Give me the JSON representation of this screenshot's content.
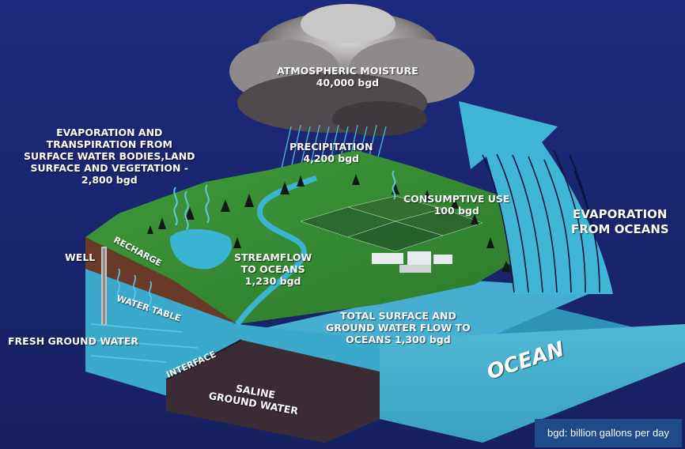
{
  "labels": {
    "atmospheric_moisture": [
      "ATMOSPHERIC MOISTURE",
      "40,000 bgd"
    ],
    "evapotranspiration": [
      "EVAPORATION AND",
      "TRANSPIRATION FROM",
      "SURFACE WATER BODIES,LAND",
      "SURFACE AND VEGETATION -",
      "2,800 bgd"
    ],
    "precipitation": [
      "PRECIPITATION",
      "4,200 bgd"
    ],
    "consumptive_use": [
      "CONSUMPTIVE USE",
      "100 bgd"
    ],
    "evaporation_oceans": [
      "EVAPORATION",
      "FROM OCEANS"
    ],
    "well": "WELL",
    "recharge": "RECHARGE",
    "streamflow": [
      "STREAMFLOW",
      "TO OCEANS",
      "1,230 bgd"
    ],
    "water_table": "WATER TABLE",
    "fresh_ground_water": "FRESH GROUND WATER",
    "total_flow": [
      "TOTAL SURFACE AND",
      "GROUND WATER FLOW TO",
      "OCEANS 1,300 bgd"
    ],
    "interface": "INTERFACE",
    "saline": [
      "SALINE",
      "GROUND WATER"
    ],
    "ocean": "OCEAN"
  },
  "footnote": "bgd: billion gallons per day",
  "colors": {
    "background": "#1a2470",
    "land_top": "#3d8c38",
    "ocean": "#4fb3cf",
    "ocean_dark": "#2e8fb0",
    "aquifer": "#3aa8c8",
    "saline": "#3a2a33",
    "soil": "#6b3a2a",
    "cloud": "#a9a6a8",
    "arrow": "#41b8d6"
  }
}
